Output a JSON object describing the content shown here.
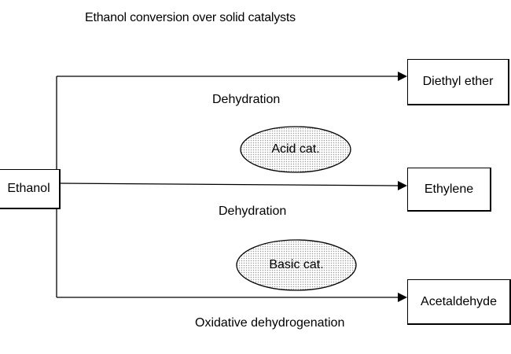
{
  "title": "Ethanol conversion over solid catalysts",
  "source": {
    "label": "Ethanol"
  },
  "products": [
    {
      "label": "Diethyl ether"
    },
    {
      "label": "Ethylene"
    },
    {
      "label": "Acetaldehyde"
    }
  ],
  "reactions": [
    {
      "label": "Dehydration"
    },
    {
      "label": "Dehydration"
    },
    {
      "label": "Oxidative dehydrogenation"
    }
  ],
  "catalysts": [
    {
      "label": "Acid cat."
    },
    {
      "label": "Basic cat."
    }
  ],
  "colors": {
    "line": "#000000",
    "catalyst_fill": "#e4e4e4",
    "background": "#ffffff"
  }
}
